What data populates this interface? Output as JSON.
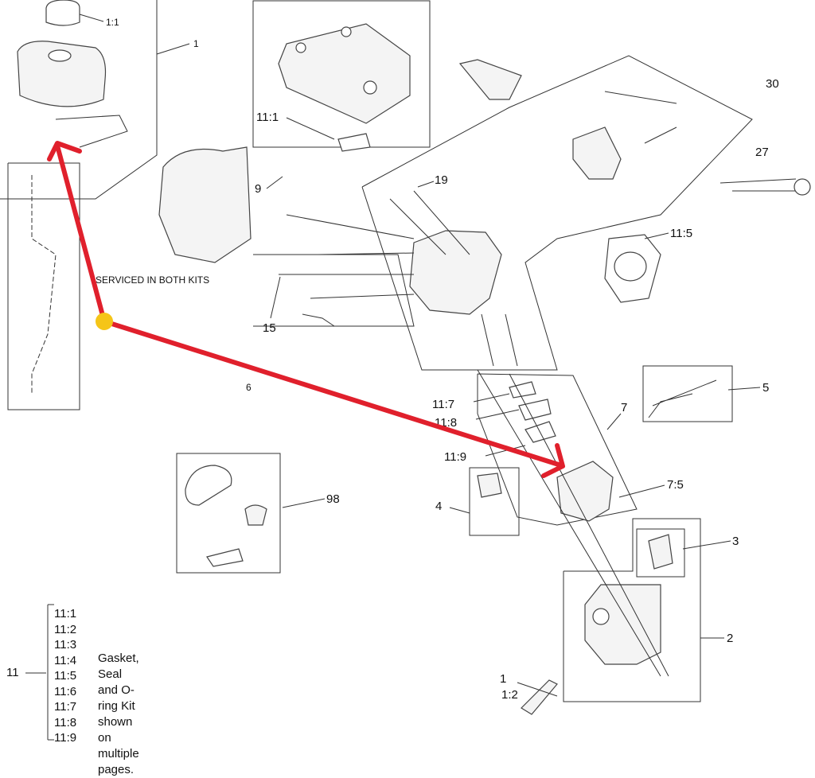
{
  "callouts": {
    "c1_1_top": "1:1",
    "c1_top": "1",
    "c11_1": "11:1",
    "c19": "19",
    "c30": "30",
    "c27": "27",
    "c9": "9",
    "c11_5": "11:5",
    "c15": "15",
    "c6": "6",
    "c11_7": "11:7",
    "c11_8": "11:8",
    "c7": "7",
    "c5": "5",
    "c11_9": "11:9",
    "c98": "98",
    "c4": "4",
    "c7_5": "7:5",
    "c3": "3",
    "c2": "2",
    "c1_bottom": "1",
    "c1_2": "1:2"
  },
  "serviced_note": "SERVICED IN BOTH KITS",
  "kit_legend": {
    "parent": "11",
    "items": [
      "11:1",
      "11:2",
      "11:3",
      "11:4",
      "11:5",
      "11:6",
      "11:7",
      "11:8",
      "11:9"
    ],
    "description_line1": "Gasket, Seal and O-ring Kit",
    "description_line2": "shown on multiple pages."
  },
  "annotation": {
    "arrow_color": "#e0202c",
    "marker_color": "#f5c518"
  }
}
